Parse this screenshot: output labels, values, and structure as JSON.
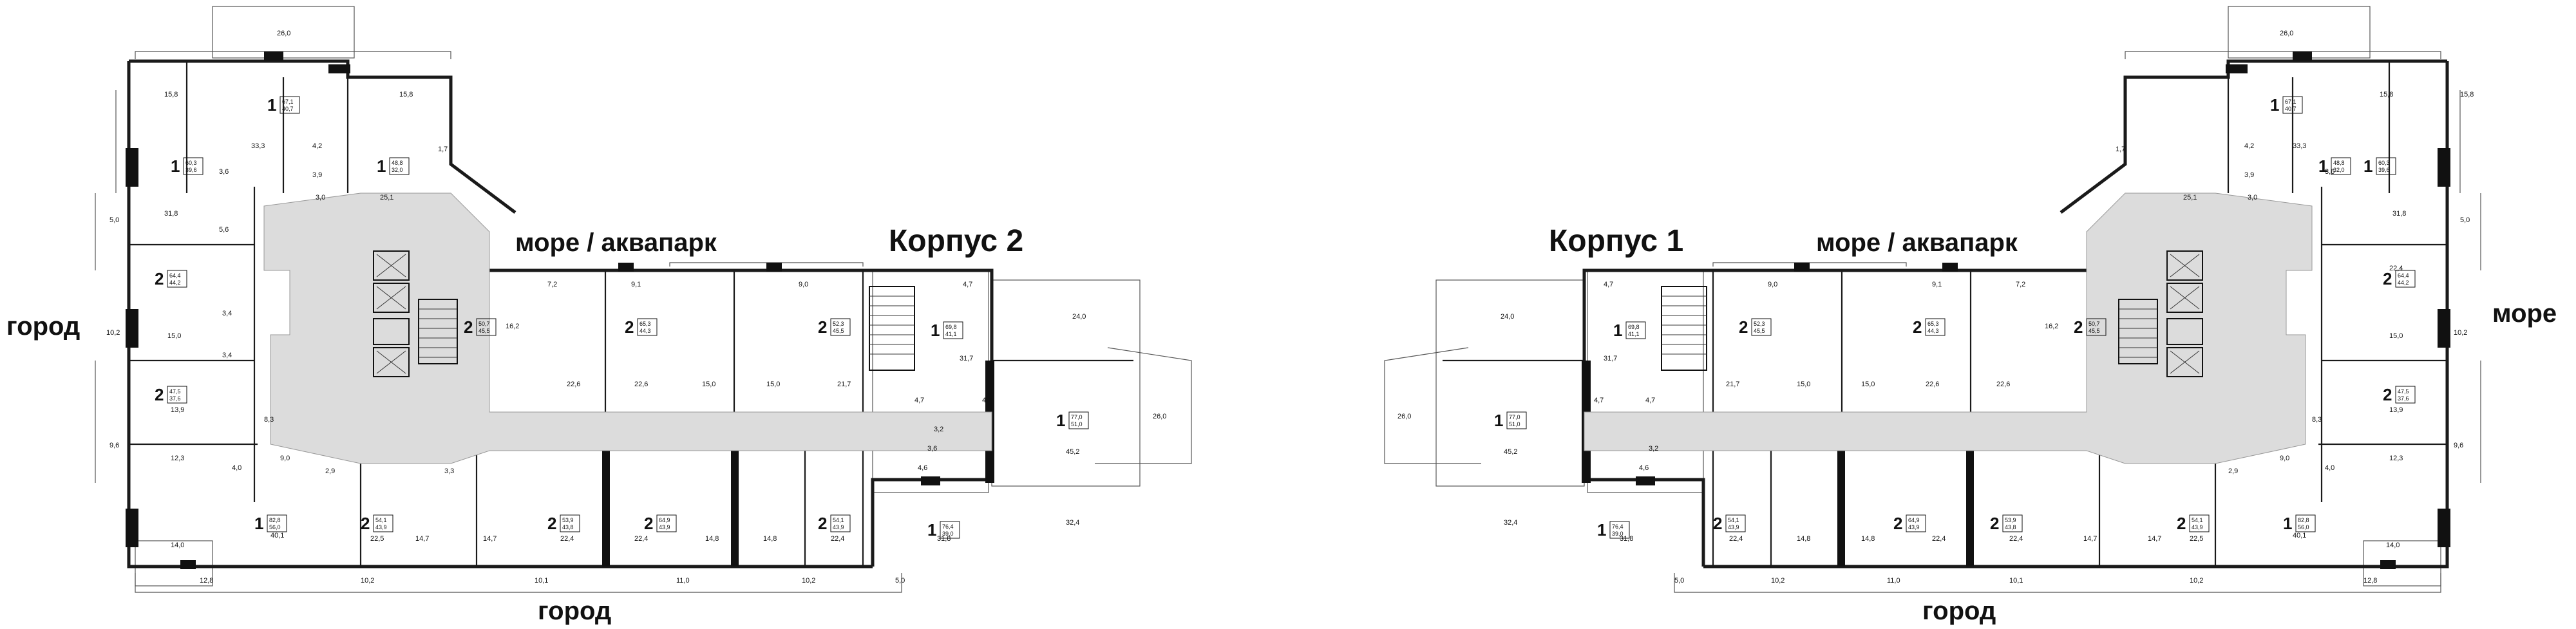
{
  "labels": {
    "left_gorod_side": "город",
    "left_more_akvapark": "море / аквапарк",
    "left_korpus": "Корпус 2",
    "left_gorod_bottom": "город",
    "right_korpus": "Корпус 1",
    "right_more_akvapark": "море / аквапарк",
    "right_more_side": "море",
    "right_gorod_bottom": "город"
  },
  "apartments_left": [
    {
      "rooms": "1",
      "total": "67,1",
      "living": "40,7"
    },
    {
      "rooms": "1",
      "total": "60,3",
      "living": "39,6"
    },
    {
      "rooms": "1",
      "total": "48,8",
      "living": "32,0"
    },
    {
      "rooms": "2",
      "total": "64,4",
      "living": "44,2"
    },
    {
      "rooms": "2",
      "total": "47,5",
      "living": "37,6"
    },
    {
      "rooms": "2",
      "total": "50,7",
      "living": "45,5"
    },
    {
      "rooms": "2",
      "total": "65,3",
      "living": "44,3"
    },
    {
      "rooms": "2",
      "total": "52,3",
      "living": "45,5"
    },
    {
      "rooms": "1",
      "total": "69,8",
      "living": "41,1"
    },
    {
      "rooms": "1",
      "total": "77,0",
      "living": "51,0"
    },
    {
      "rooms": "1",
      "total": "82,8",
      "living": "56,0"
    },
    {
      "rooms": "2",
      "total": "54,1",
      "living": "43,9"
    },
    {
      "rooms": "2",
      "total": "53,9",
      "living": "43,8"
    },
    {
      "rooms": "2",
      "total": "64,9",
      "living": "43,9"
    },
    {
      "rooms": "2",
      "total": "54,1",
      "living": "43,9"
    },
    {
      "rooms": "1",
      "total": "76,4",
      "living": "39,0"
    }
  ],
  "apartments_right": [
    {
      "rooms": "1",
      "total": "67,1",
      "living": "40,7"
    },
    {
      "rooms": "1",
      "total": "48,8",
      "living": "32,0"
    },
    {
      "rooms": "1",
      "total": "60,3",
      "living": "39,6"
    },
    {
      "rooms": "2",
      "total": "64,4",
      "living": "44,2"
    },
    {
      "rooms": "2",
      "total": "47,5",
      "living": "37,6"
    },
    {
      "rooms": "1",
      "total": "69,8",
      "living": "41,1"
    },
    {
      "rooms": "2",
      "total": "52,3",
      "living": "45,5"
    },
    {
      "rooms": "2",
      "total": "65,3",
      "living": "44,3"
    },
    {
      "rooms": "2",
      "total": "50,7",
      "living": "45,5"
    },
    {
      "rooms": "1",
      "total": "77,0",
      "living": "51,0"
    },
    {
      "rooms": "1",
      "total": "76,4",
      "living": "39,0"
    },
    {
      "rooms": "2",
      "total": "54,1",
      "living": "43,9"
    },
    {
      "rooms": "2",
      "total": "64,9",
      "living": "43,9"
    },
    {
      "rooms": "2",
      "total": "53,9",
      "living": "43,8"
    },
    {
      "rooms": "2",
      "total": "54,1",
      "living": "43,9"
    },
    {
      "rooms": "1",
      "total": "82,8",
      "living": "56,0"
    }
  ],
  "room_areas_left": [
    "26,0",
    "15,8",
    "15,8",
    "33,3",
    "3,6",
    "4,2",
    "3,9",
    "3,0",
    "25,1",
    "1,7",
    "31,8",
    "5,0",
    "5,6",
    "10,2",
    "15,0",
    "13,9",
    "9,6",
    "12,3",
    "3,4",
    "3,4",
    "8,3",
    "4,0",
    "9,0",
    "16,2",
    "7,2",
    "9,1",
    "9,0",
    "4,7",
    "22,6",
    "22,6",
    "15,0",
    "15,0",
    "21,7",
    "31,7",
    "24,0",
    "26,0",
    "45,2",
    "4,7",
    "4,7",
    "3,2",
    "40,1",
    "14,0",
    "12,8",
    "22,5",
    "14,7",
    "14,7",
    "22,4",
    "22,4",
    "14,8",
    "14,8",
    "22,4",
    "31,8",
    "32,4",
    "10,2",
    "10,1",
    "11,0",
    "10,2",
    "5,0",
    "2,9",
    "3,3",
    "4,6",
    "3,6"
  ],
  "room_areas_right": [
    "26,0",
    "15,8",
    "15,8",
    "33,3",
    "4,2",
    "3,9",
    "3,6",
    "25,1",
    "1,7",
    "3,0",
    "31,8",
    "5,0",
    "22,4",
    "15,0",
    "10,2",
    "13,9",
    "9,6",
    "12,3",
    "8,3",
    "9,0",
    "4,0",
    "16,2",
    "7,2",
    "9,1",
    "9,0",
    "4,7",
    "24,0",
    "26,0",
    "45,2",
    "31,7",
    "21,7",
    "15,0",
    "15,0",
    "22,6",
    "22,6",
    "4,7",
    "4,7",
    "32,4",
    "31,8",
    "22,4",
    "14,8",
    "14,8",
    "22,4",
    "22,4",
    "14,7",
    "14,7",
    "22,5",
    "40,1",
    "14,0",
    "12,8",
    "5,0",
    "10,2",
    "11,0",
    "10,1",
    "10,2",
    "2,9",
    "4,6",
    "3,2"
  ]
}
